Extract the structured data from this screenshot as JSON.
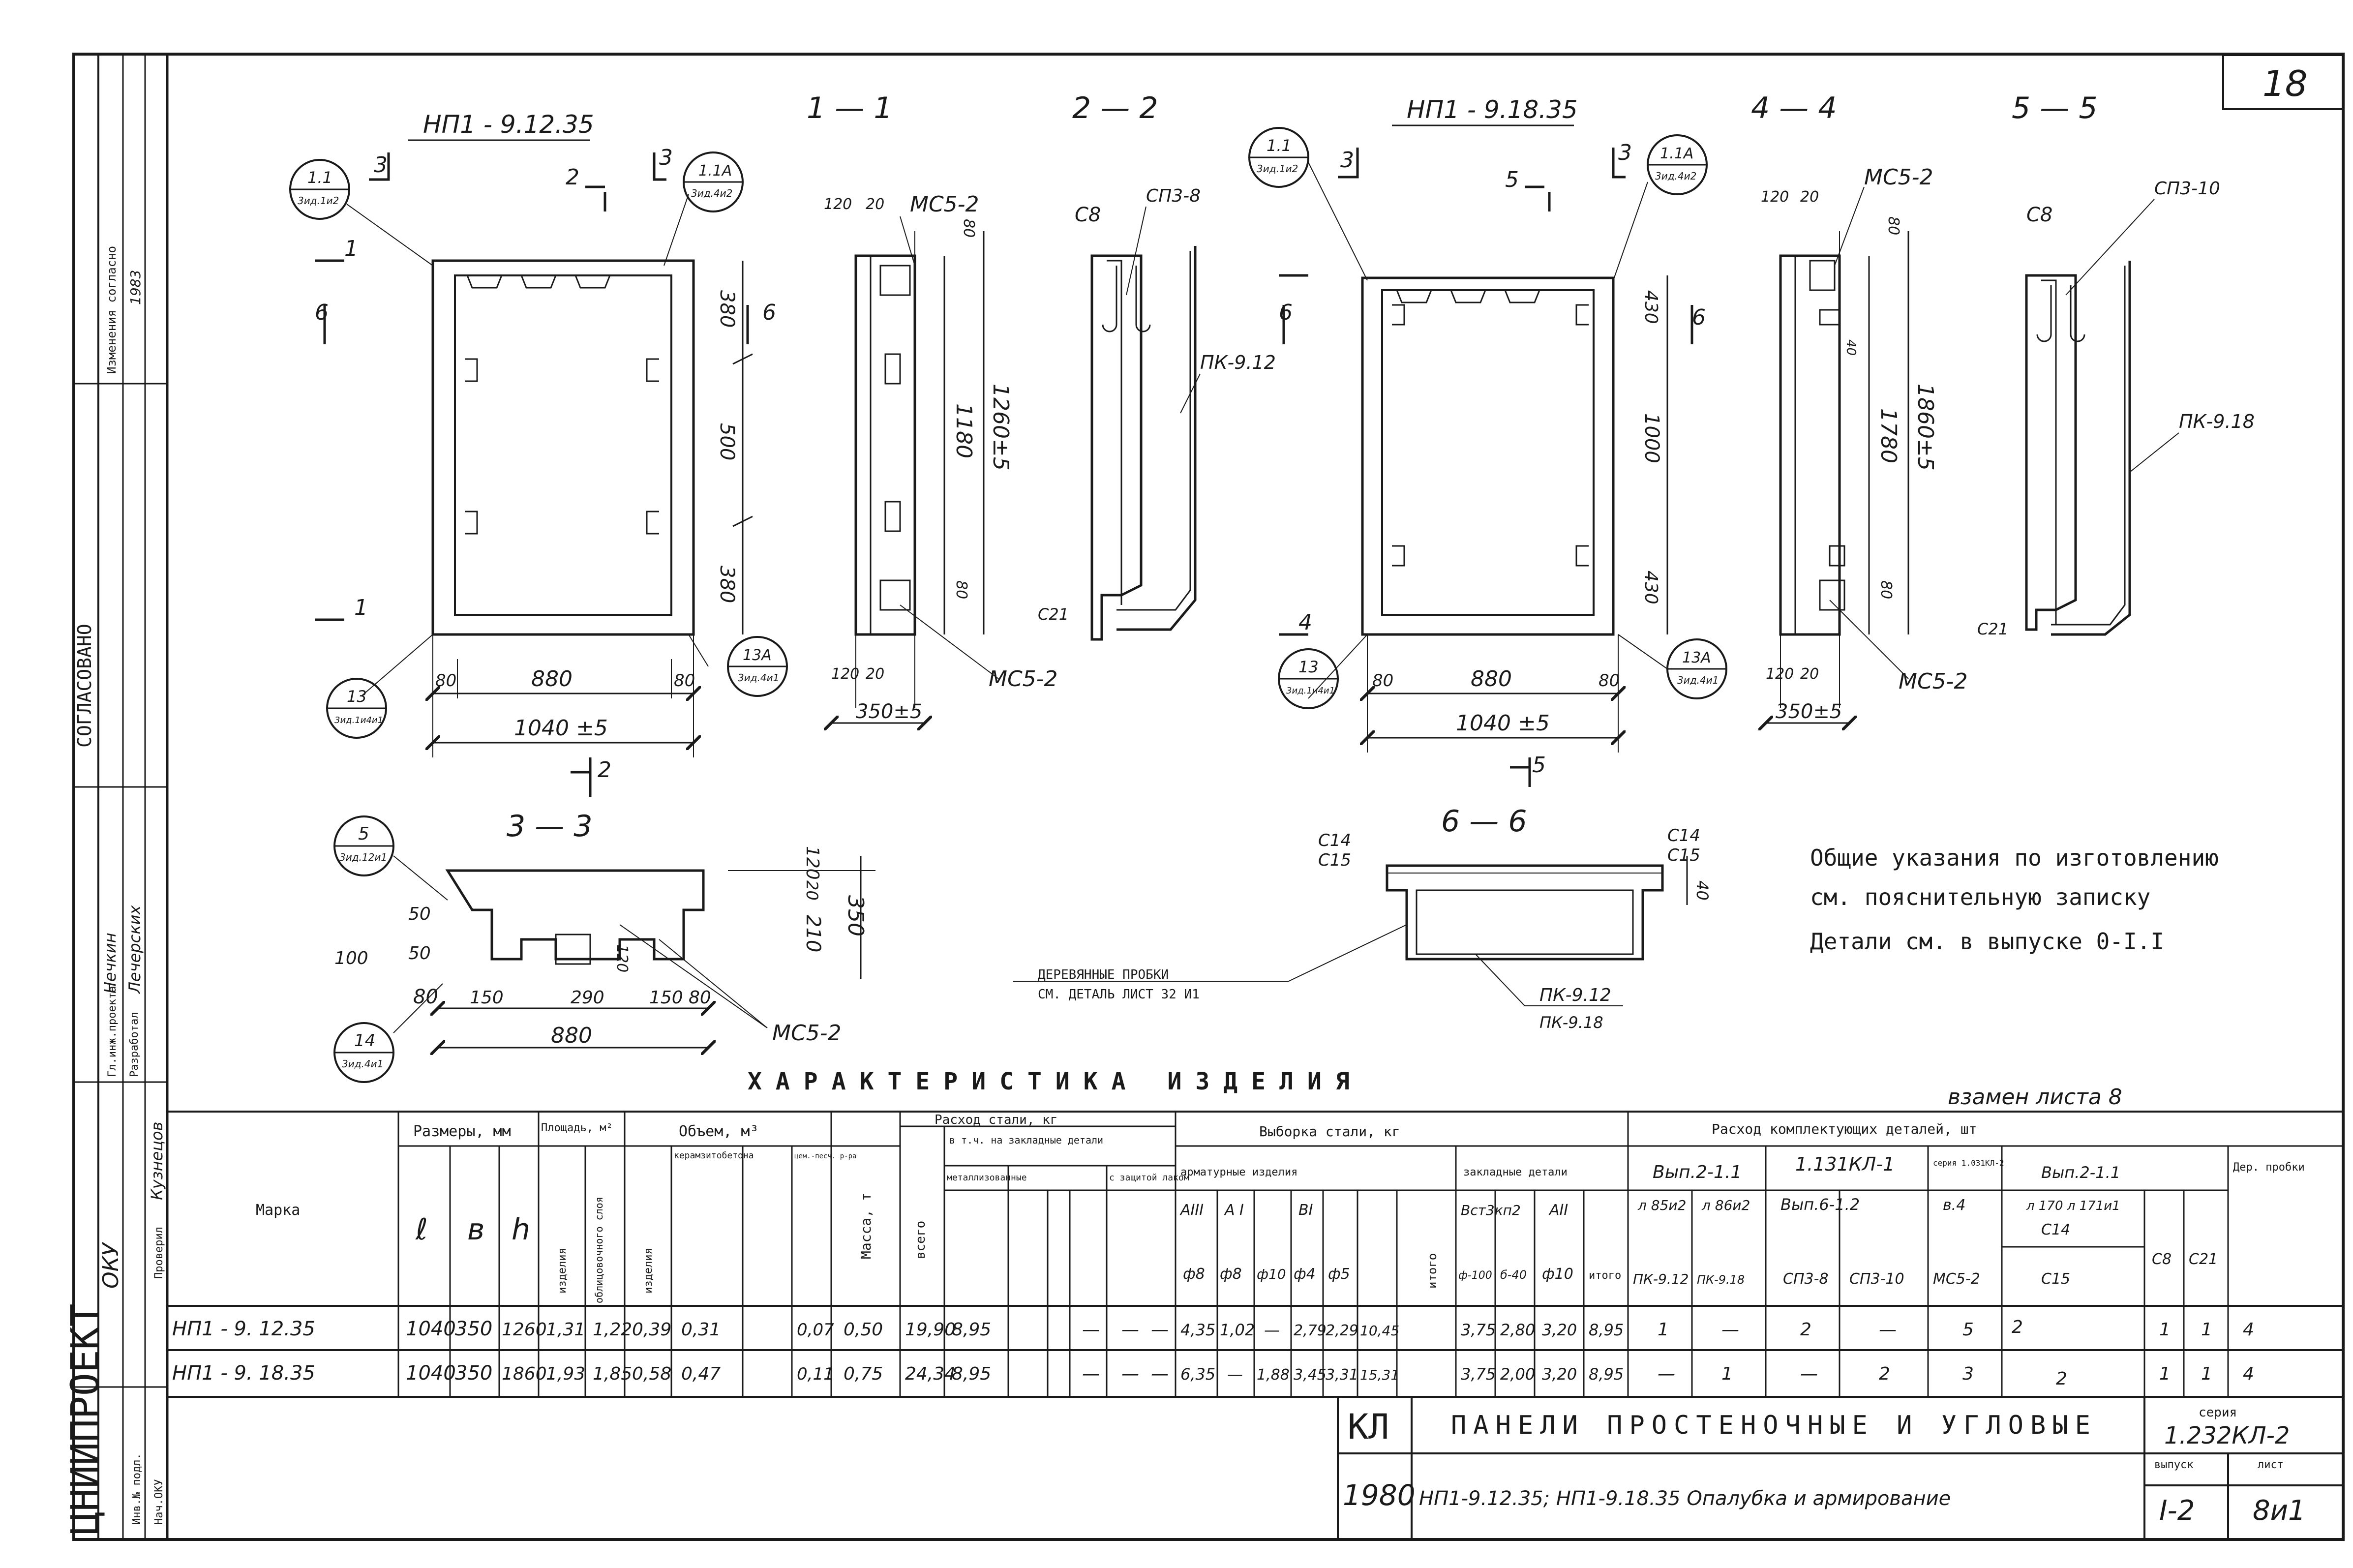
{
  "sheet_number": "18",
  "views": {
    "np1_12_title": "НП1 - 9.12.35",
    "sec11": "1 — 1",
    "sec22": "2 — 2",
    "np1_18_title": "НП1 - 9.18.35",
    "sec44": "4 — 4",
    "sec55": "5 — 5",
    "sec33": "3 — 3",
    "sec66": "6 — 6"
  },
  "callouts": {
    "c1_top": "1.1",
    "c1_bot": "3ид.1и2",
    "c2_top": "1.1А",
    "c2_bot": "3ид.4и2",
    "c3_top": "13",
    "c3_bot": "3ид.1и4и1",
    "c4_top": "13А",
    "c4_bot": "3ид.4и1",
    "c5_top": "5",
    "c5_bot": "3ид.12и1",
    "c14_top": "14",
    "c14_bot": "3ид.4и1"
  },
  "labels": {
    "mc52": "МС5-2",
    "sp38": "СП3-8",
    "sp310": "СП3-10",
    "c8": "С8",
    "c21": "С21",
    "c14": "С14",
    "c15": "С15",
    "pk912": "ПК-9.12",
    "pk918": "ПК-9.18",
    "wood_plugs_1": "ДЕРЕВЯННЫЕ ПРОБКИ",
    "wood_plugs_2": "СМ. ДЕТАЛЬ ЛИСТ 32 И1",
    "pk_pair_1": "ПК-9.12",
    "pk_pair_2": "ПК-9.18"
  },
  "dims": {
    "d880": "880",
    "d1040": "1040 ±5",
    "d80": "80",
    "d380": "380",
    "d500": "500",
    "d1000": "1000",
    "d430": "430",
    "d1180": "1180",
    "d1260": "1260±5",
    "d1780": "1780",
    "d1860": "1860±5",
    "d120": "120",
    "d20": "20",
    "d350": "350±5",
    "d350b": "350",
    "d210": "210",
    "d50": "50",
    "d100": "100",
    "d150": "150",
    "d290": "290",
    "d40": "40",
    "m1": "1",
    "m2": "2",
    "m3": "3",
    "m4": "4",
    "m5": "5",
    "m6": "6"
  },
  "notes": {
    "line1": "Общие указания по изготовлению",
    "line2": "см. пояснительную записку",
    "line3": "Детали см. в выпуске 0-I.I"
  },
  "table": {
    "title": "ХАРАКТЕРИСТИКА ИЗДЕЛИЯ",
    "replace_note": "взамен листа 8",
    "h_mark": "Марка",
    "h_dims": "Размеры, мм",
    "h_l": "ℓ",
    "h_b": "в",
    "h_h": "h",
    "h_area": "Площадь, м²",
    "h_area_1": "изделия",
    "h_area_2": "облицовочного слоя",
    "h_volume": "Объем, м³",
    "h_vol_1": "изделия",
    "h_vol_2": "керамзитобетона",
    "h_vol_3": "цем.-песч. р-ра",
    "h_mass": "Масса, т",
    "h_steel": "Расход стали, кг",
    "h_steel_total": "всего",
    "h_steel_incl": "в т.ч. на закладные детали",
    "h_steel_metal": "металлизованные",
    "h_steel_lacq": "с защитой лаком",
    "h_sample": "Выборка стали, кг",
    "h_rebar": "арматурные изделия",
    "h_emb": "закладные детали",
    "h_AIII": "АIII",
    "h_AI": "А I",
    "h_BI": "ВI",
    "h_d8": "ф8",
    "h_d8b": "ф8",
    "h_d10": "ф10",
    "h_d4": "ф4",
    "h_d5": "ф5",
    "h_total": "итого",
    "h_vst": "Вст3кп2",
    "h_AII": "АII",
    "h_e1": "ф-100",
    "h_e2": "б-40",
    "h_e3": "ф10",
    "h_e4": "итого",
    "h_parts": "Расход комплектующих деталей, шт",
    "h_v21": "Вып.2-1.1",
    "h_v1131": "1.131КЛ-1",
    "h_seria": "серия 1.031КЛ-2",
    "h_v21b": "Вып.2-1.1",
    "h_l85": "л 85и2",
    "h_l86": "л 86и2",
    "h_v6": "Вып.6-1.2",
    "h_v14": "в.4",
    "h_l170": "л 170 л 171и1",
    "h_pk912": "ПК-9.12",
    "h_pk918": "ПК-9.18",
    "h_sp38": "СП3-8",
    "h_sp310": "СП3-10",
    "h_mc52": "МС5-2",
    "h_c14": "С14",
    "h_c15": "С15",
    "h_c8": "С8",
    "h_c21": "С21",
    "h_wood": "Дер. пробки",
    "rows": [
      [
        "НП1 - 9. 12.35",
        "1040",
        "350",
        "1260",
        "1,31",
        "1,22",
        "0,39",
        "0,31",
        "",
        "0,07",
        "0,50",
        "19,90",
        "8,95",
        "—",
        "—",
        "—",
        "4,35",
        "1,02",
        "—",
        "2,79",
        "2,29",
        "10,45",
        "3,75",
        "2,80",
        "3,20",
        "8,95",
        "1",
        "—",
        "2",
        "—",
        "5",
        "2",
        "1",
        "1",
        "4"
      ],
      [
        "НП1 - 9. 18.35",
        "1040",
        "350",
        "1860",
        "1,93",
        "1,85",
        "0,58",
        "0,47",
        "",
        "0,11",
        "0,75",
        "24,34",
        "8,95",
        "—",
        "—",
        "—",
        "6,35",
        "—",
        "1,88",
        "3,45",
        "3,31",
        "15,31",
        "3,75",
        "2,00",
        "3,20",
        "8,95",
        "—",
        "1",
        "—",
        "2",
        "3",
        "2",
        "1",
        "1",
        "4"
      ]
    ]
  },
  "stamp": {
    "code": "КЛ",
    "title": "ПАНЕЛИ ПРОСТЕНОЧНЫЕ И УГЛОВЫЕ",
    "year": "1980",
    "subtitle": "НП1-9.12.35; НП1-9.18.35 Опалубка и армирование",
    "seria_label": "серия",
    "seria": "1.232КЛ-2",
    "vyp_label": "выпуск",
    "vyp": "I-2",
    "list_label": "лист",
    "list": "8и1"
  },
  "side": {
    "org": "ЦНИИПРОЕКТ",
    "dept": "ОКУ",
    "agreed": "СОГЛАСОВАНО",
    "chief": "Гл.инж.проекта",
    "chief_name": "Нечкин",
    "designer": "Разработал",
    "designer_name": "Лечерских",
    "checker": "Проверил",
    "checker_name": "Кузнецов",
    "head": "Нач.ОКУ",
    "inv": "Инв.№ подл.",
    "changes": "Изменения согласно",
    "date": "1983"
  }
}
